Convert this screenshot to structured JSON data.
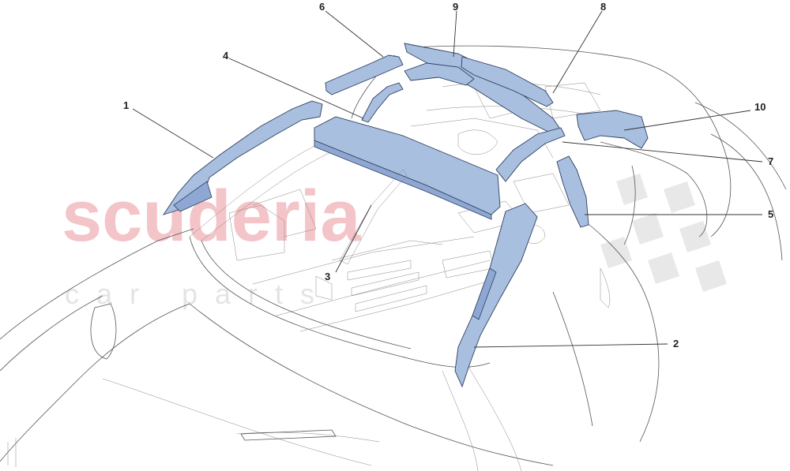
{
  "watermark": {
    "brand": "scuderia",
    "sub": "car parts",
    "brand_color": "#f3c4c8",
    "flag_color": "#e6e6e6"
  },
  "diagram": {
    "part_color": "#a9bfe0",
    "outline_color": "#555555",
    "callouts": [
      {
        "id": "1",
        "label": "1"
      },
      {
        "id": "2",
        "label": "2"
      },
      {
        "id": "3",
        "label": "3"
      },
      {
        "id": "4",
        "label": "4"
      },
      {
        "id": "5",
        "label": "5"
      },
      {
        "id": "6",
        "label": "6"
      },
      {
        "id": "7",
        "label": "7"
      },
      {
        "id": "8",
        "label": "8"
      },
      {
        "id": "9",
        "label": "9"
      },
      {
        "id": "10",
        "label": "10"
      }
    ]
  }
}
